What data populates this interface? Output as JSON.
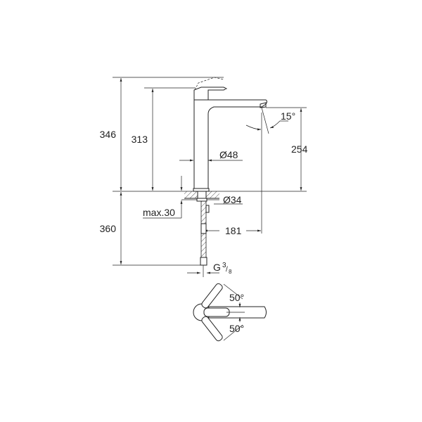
{
  "dimensions": {
    "total_height": "346",
    "handle_height": "313",
    "spout_height": "254",
    "spout_angle": "15°",
    "body_diameter": "Ø48",
    "shank_diameter": "Ø34",
    "max_thickness": "max.30",
    "spout_reach": "181",
    "hose_length": "360",
    "connection_g": "G",
    "connection_num": "3",
    "connection_den": "8",
    "handle_angle_up": "50°",
    "handle_angle_down": "50°"
  },
  "colors": {
    "line": "#222222",
    "background": "#ffffff"
  }
}
